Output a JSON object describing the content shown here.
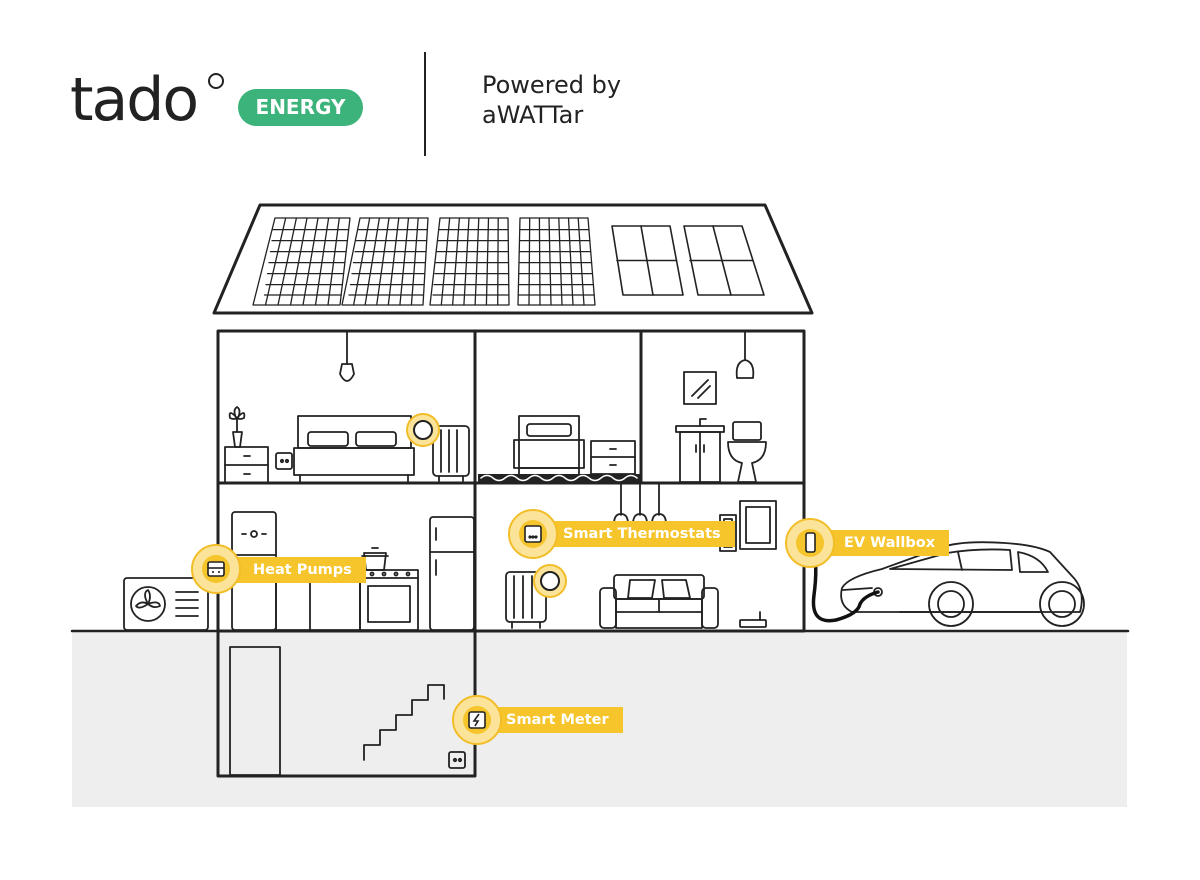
{
  "brand": {
    "name": "tado",
    "badge": "ENERGY",
    "powered_by": "Powered by",
    "partner": "aWATTar"
  },
  "callouts": {
    "heat_pumps": "Heat Pumps",
    "smart_thermostats": "Smart Thermostats",
    "ev_wallbox": "EV Wallbox",
    "smart_meter": "Smart Meter"
  },
  "icons": {
    "heat_pumps": "heat-pump-icon",
    "smart_thermostats": "thermostat-icon",
    "ev_wallbox": "wallbox-icon",
    "smart_meter": "lightning-icon"
  },
  "colors": {
    "brand_green": "#3cb37a",
    "highlight_yellow": "#f6c42b",
    "highlight_light": "#fbe49a",
    "line": "#222222",
    "ground": "#eeeeee"
  }
}
